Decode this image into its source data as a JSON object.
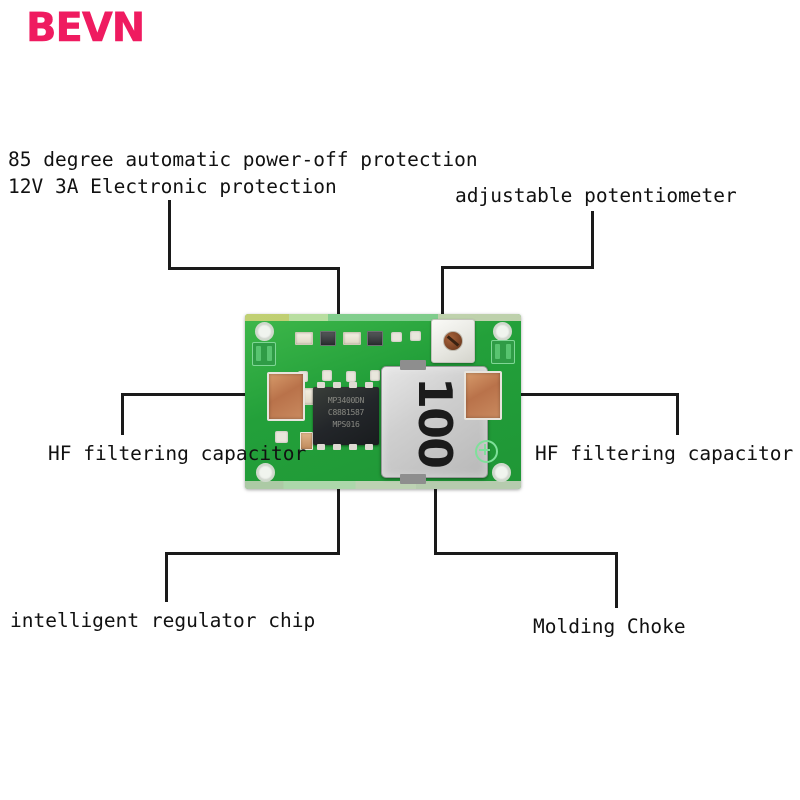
{
  "watermark": {
    "text": "BEVN",
    "color": "#ef1b60"
  },
  "labels": {
    "top_left_line1": "85 degree automatic power-off protection",
    "top_left_line2": "12V 3A Electronic protection",
    "top_right": "adjustable potentiometer",
    "left": "HF filtering capacitor",
    "right": "HF filtering capacitor",
    "bottom_left": "intelligent regulator chip",
    "bottom_right": "Molding Choke"
  },
  "board": {
    "substrate_color": "#23a03a",
    "ic": {
      "line1": "MP3400DN",
      "line2": "C8881587",
      "line3": "MPS016"
    },
    "choke": {
      "value": "100",
      "color": "#cfcfcf"
    },
    "potentiometer": {
      "screw_color": "#7e4526"
    },
    "capacitor_color": "#b9724a",
    "plus_marking": "+"
  }
}
